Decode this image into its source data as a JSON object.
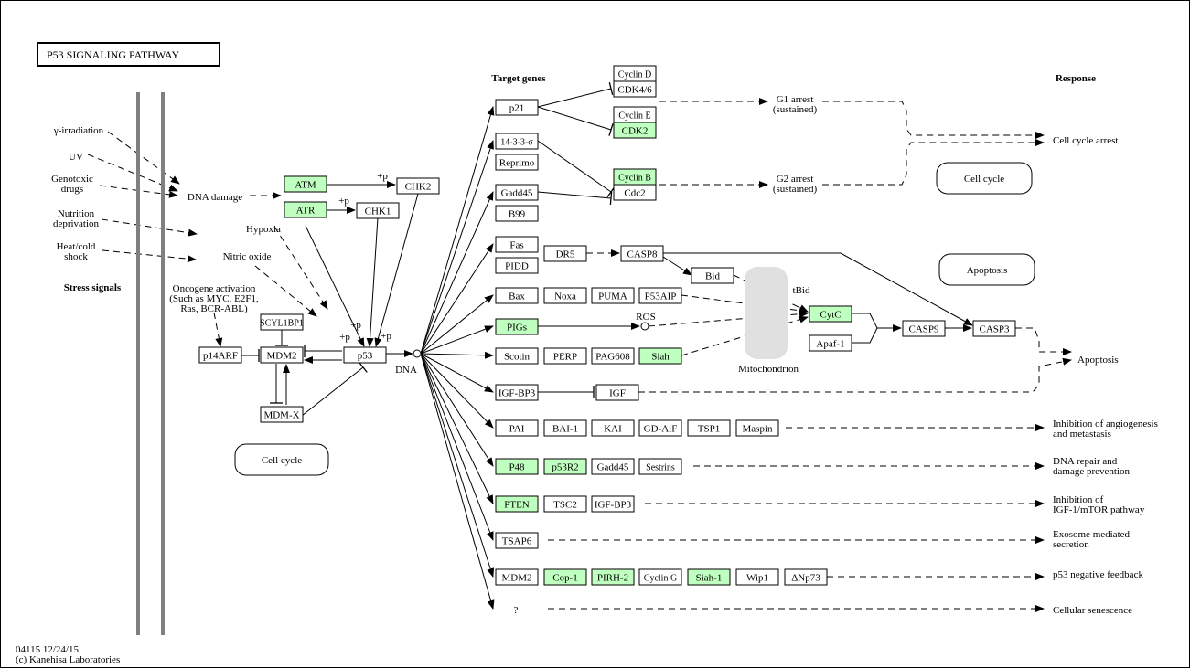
{
  "title": "P53 SIGNALING PATHWAY",
  "footer": {
    "id_date": "04115 12/24/15",
    "copyright": "(c) Kanehisa Laboratories"
  },
  "colors": {
    "highlight": "#bfffbf",
    "mitochondrion": "#e0e0e0",
    "membrane": "#808080"
  },
  "sections": {
    "stress": "Stress signals",
    "targets": "Target genes",
    "response": "Response"
  },
  "stress_signals": [
    "γ-irradiation",
    "UV",
    "Genotoxic|drugs",
    "Nutrition|deprivation",
    "Heat/cold|shock"
  ],
  "labels": {
    "dna_damage": "DNA damage",
    "hypoxia": "Hypoxia",
    "nitric_oxide": "Nitric oxide",
    "oncogene": "Oncogene activation|(Such as MYC, E2F1,|Ras, BCR-ABL)",
    "dna": "DNA",
    "ros": "ROS",
    "tbid": "tBid",
    "mito": "Mitochondrion",
    "g1": "G1 arrest|(sustained)",
    "g2": "G2 arrest|(sustained)",
    "unknown": "?",
    "p": "+p"
  },
  "responses": [
    "Cell cycle arrest",
    "Apoptosis",
    "Inhibition of angiogenesis|and metastasis",
    "DNA repair and|damage prevention",
    "Inhibition of|IGF-1/mTOR pathway",
    "Exosome mediated|secretion",
    "p53 negative feedback",
    "Cellular senescence"
  ],
  "maps": [
    "Cell cycle",
    "Apoptosis",
    "Cell cycle"
  ],
  "nodes": [
    {
      "id": "ATM",
      "label": "ATM",
      "hl": true
    },
    {
      "id": "ATR",
      "label": "ATR",
      "hl": true
    },
    {
      "id": "CHK2",
      "label": "CHK2"
    },
    {
      "id": "CHK1",
      "label": "CHK1"
    },
    {
      "id": "SCYL1BP1",
      "label": "SCYL1BP1"
    },
    {
      "id": "p14ARF",
      "label": "p14ARF"
    },
    {
      "id": "MDM2a",
      "label": "MDM2"
    },
    {
      "id": "p53",
      "label": "p53"
    },
    {
      "id": "MDMX",
      "label": "MDM-X"
    },
    {
      "id": "p21",
      "label": "p21"
    },
    {
      "id": "s1433",
      "label": "14-3-3-σ"
    },
    {
      "id": "Reprimo",
      "label": "Reprimo"
    },
    {
      "id": "Gadd45a",
      "label": "Gadd45"
    },
    {
      "id": "B99",
      "label": "B99"
    },
    {
      "id": "Fas",
      "label": "Fas"
    },
    {
      "id": "PIDD",
      "label": "PIDD"
    },
    {
      "id": "Bax",
      "label": "Bax"
    },
    {
      "id": "Noxa",
      "label": "Noxa"
    },
    {
      "id": "PUMA",
      "label": "PUMA"
    },
    {
      "id": "P53AIP",
      "label": "P53AIP"
    },
    {
      "id": "PIGs",
      "label": "PIGs",
      "hl": true
    },
    {
      "id": "Scotin",
      "label": "Scotin"
    },
    {
      "id": "PERP",
      "label": "PERP"
    },
    {
      "id": "PAG608",
      "label": "PAG608"
    },
    {
      "id": "Siah",
      "label": "Siah",
      "hl": true
    },
    {
      "id": "IGFBP3a",
      "label": "IGF-BP3"
    },
    {
      "id": "IGF",
      "label": "IGF"
    },
    {
      "id": "PAI",
      "label": "PAI"
    },
    {
      "id": "BAI1",
      "label": "BAI-1"
    },
    {
      "id": "KAI",
      "label": "KAI"
    },
    {
      "id": "GDAiF",
      "label": "GD-AiF"
    },
    {
      "id": "TSP1",
      "label": "TSP1"
    },
    {
      "id": "Maspin",
      "label": "Maspin"
    },
    {
      "id": "P48",
      "label": "P48",
      "hl": true
    },
    {
      "id": "p53R2",
      "label": "p53R2",
      "hl": true
    },
    {
      "id": "Gadd45b",
      "label": "Gadd45"
    },
    {
      "id": "Sestrins",
      "label": "Sestrins"
    },
    {
      "id": "PTEN",
      "label": "PTEN",
      "hl": true
    },
    {
      "id": "TSC2",
      "label": "TSC2"
    },
    {
      "id": "IGFBP3b",
      "label": "IGF-BP3"
    },
    {
      "id": "TSAP6",
      "label": "TSAP6"
    },
    {
      "id": "MDM2b",
      "label": "MDM2"
    },
    {
      "id": "Cop1",
      "label": "Cop-1",
      "hl": true
    },
    {
      "id": "PIRH2",
      "label": "PIRH-2",
      "hl": true
    },
    {
      "id": "CyclinG",
      "label": "Cyclin G"
    },
    {
      "id": "Siah1",
      "label": "Siah-1",
      "hl": true
    },
    {
      "id": "Wip1",
      "label": "Wip1"
    },
    {
      "id": "dNp73",
      "label": "ΔNp73"
    },
    {
      "id": "CyclinD",
      "label": "Cyclin D"
    },
    {
      "id": "CDK46",
      "label": "CDK4/6"
    },
    {
      "id": "CyclinE",
      "label": "Cyclin E"
    },
    {
      "id": "CDK2",
      "label": "CDK2",
      "hl": true
    },
    {
      "id": "CyclinB",
      "label": "Cyclin B",
      "hl": true
    },
    {
      "id": "Cdc2",
      "label": "Cdc2"
    },
    {
      "id": "DR5",
      "label": "DR5"
    },
    {
      "id": "CASP8",
      "label": "CASP8"
    },
    {
      "id": "Bid",
      "label": "Bid"
    },
    {
      "id": "CytC",
      "label": "CytC",
      "hl": true
    },
    {
      "id": "Apaf1",
      "label": "Apaf-1"
    },
    {
      "id": "CASP9",
      "label": "CASP9"
    },
    {
      "id": "CASP3",
      "label": "CASP3"
    }
  ]
}
